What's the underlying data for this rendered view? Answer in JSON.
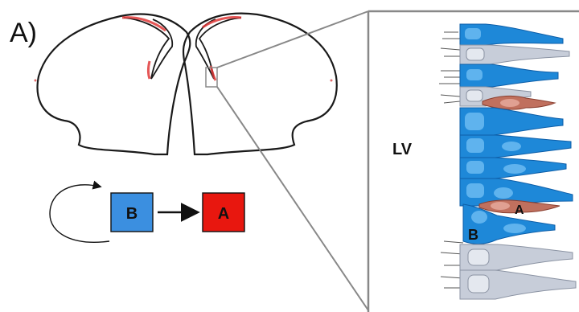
{
  "panel_label": "A)",
  "ventricle_label": "LV",
  "flow": {
    "from_label": "B",
    "to_label": "A"
  },
  "inset_labels": {
    "cell_a": "A",
    "cell_b": "B"
  },
  "colors": {
    "b_cell": "#3b8fe0",
    "a_cell": "#e8170f",
    "stem_blue": "#1e88d8",
    "stem_gray": "#c7cdd9",
    "niche_red": "#c0705e",
    "outline": "#1a1a1a",
    "zoom_lines": "#888888"
  }
}
